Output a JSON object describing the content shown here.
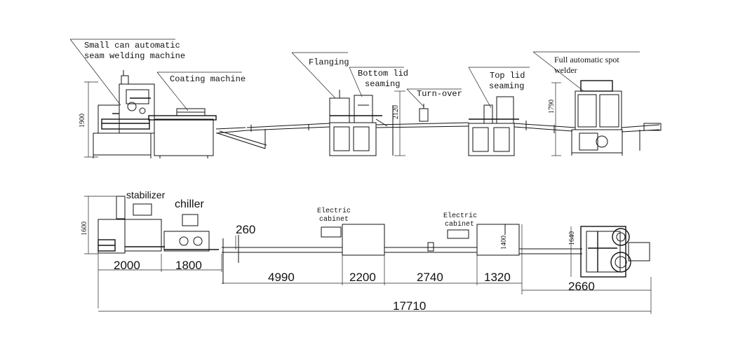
{
  "side_view": {
    "labels": {
      "welding_line1": "Small can automatic",
      "welding_line2": "seam welding machine",
      "coating": "Coating machine",
      "flanging": "Flanging",
      "bottom_line1": "Bottom lid",
      "bottom_line2": "seaming",
      "turnover": "Turn-over",
      "top_line1": "Top lid",
      "top_line2": "seaming",
      "spot_line1": "Full automatic spot",
      "spot_line2": "welder"
    },
    "heights": {
      "h1900": "1900",
      "h2120": "2120",
      "h1790": "1790"
    }
  },
  "plan_view": {
    "labels": {
      "stabilizer": "stabilizer",
      "chiller": "chiller",
      "electric1_line1": "Electric",
      "electric1_line2": "cabinet",
      "electric2_line1": "Electric",
      "electric2_line2": "cabinet"
    },
    "heights": {
      "h1600": "1600",
      "h1400": "1400",
      "h1640": "1640"
    },
    "dimensions": {
      "d260": "260",
      "d2000": "2000",
      "d1800": "1800",
      "d4990": "4990",
      "d2200": "2200",
      "d2740": "2740",
      "d1320": "1320",
      "d2660": "2660",
      "total": "17710"
    }
  }
}
